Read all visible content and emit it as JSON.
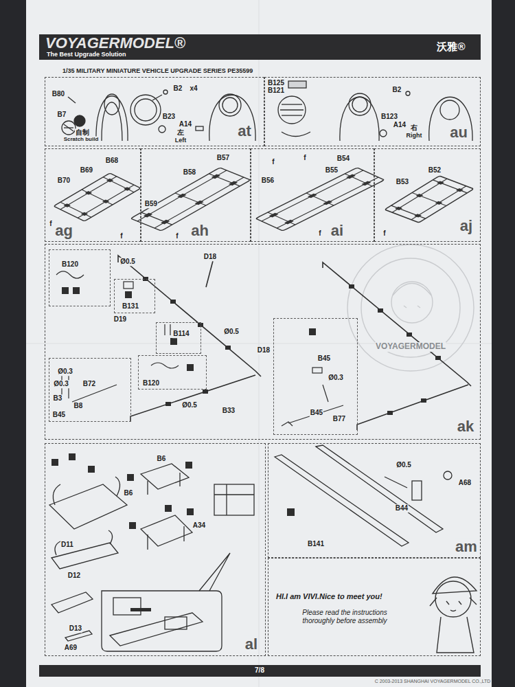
{
  "diagram": {
    "title": "1/35 MILITARY MINIATURE VEHICLE UPGRADE SERIES PE35599",
    "nodes": [
      {
        "text": [
          "VOYAGERMODEL®",
          "The Best Upgrade Solution",
          "沃雅®"
        ]
      },
      {
        "text": [
          "at"
        ]
      },
      {
        "text": [
          "au"
        ]
      },
      {
        "text": [
          "ag"
        ]
      },
      {
        "text": [
          "ah"
        ]
      },
      {
        "text": [
          "ai"
        ]
      },
      {
        "text": [
          "aj"
        ]
      },
      {
        "text": [
          "ak"
        ]
      },
      {
        "text": [
          "B120"
        ],
        "in": 7
      },
      {
        "text": [
          "B131"
        ],
        "in": 7
      },
      {
        "text": [
          "B114"
        ],
        "in": 7
      },
      {
        "text": [
          "B120"
        ],
        "in": 7
      },
      {
        "text": [
          "Ø0.3",
          "Ø0.3",
          "B72",
          "B3",
          "B8",
          "B45"
        ],
        "in": 7
      },
      {
        "text": [
          "B45",
          "Ø0.3",
          "B45",
          "B77"
        ],
        "in": 7
      },
      {
        "text": [
          "al"
        ]
      },
      {
        "text": [
          "am"
        ]
      },
      {
        "text": [
          "HI.I am VIVI.Nice to meet you!",
          "Please read the instructions thoroughly before assembly"
        ]
      },
      {
        "text": [
          "7/8"
        ]
      }
    ],
    "labels": [
      "B80",
      "B7",
      "自制",
      "Scratch build",
      "B2",
      "x4",
      "B23",
      "A14",
      "左",
      "Left",
      "B125",
      "B121",
      "B2",
      "B123",
      "A14",
      "右",
      "Right",
      "B68",
      "B69",
      "B70",
      "f",
      "B57",
      "f",
      "B58",
      "B59",
      "f",
      "f",
      "B54",
      "f",
      "B55",
      "B56",
      "f",
      "B52",
      "B53",
      "f",
      "Ø0.5",
      "D18",
      "D19",
      "Ø0.5",
      "D18",
      "Ø0.5",
      "B33",
      "VOYAGERMODEL",
      "D11",
      "B6",
      "B6",
      "D12",
      "A34",
      "D13",
      "A69",
      "Ø0.5",
      "A68",
      "B44",
      "B141",
      "C 2003-2013 SHANGHAI VOYAGERMODEL CO.,LTD"
    ]
  }
}
